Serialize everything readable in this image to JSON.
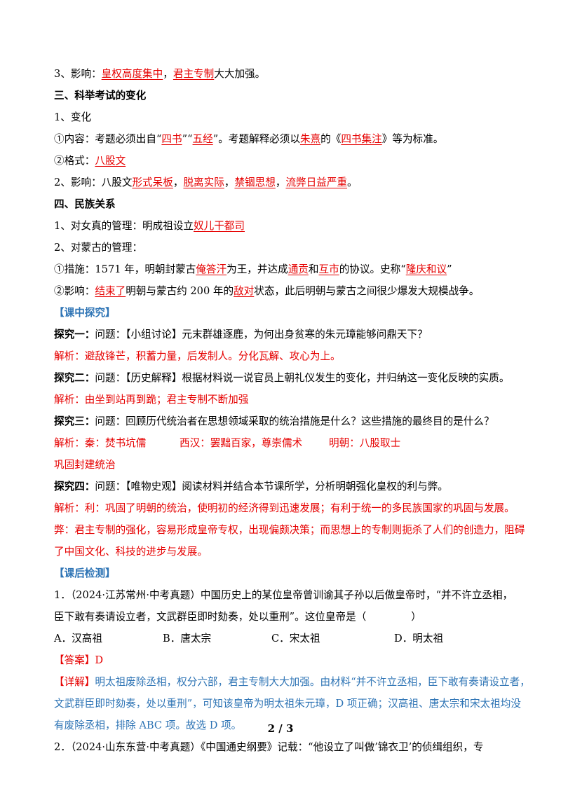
{
  "l01": {
    "a": "3、影响：",
    "b": "皇权高度集中",
    "c": "，",
    "d": "君主专制",
    "e": "大大加强。"
  },
  "l02": "三、科举考试的变化",
  "l03": "1、变化",
  "l04": {
    "a": "①内容：考题必须出自“",
    "b": "四书",
    "c": "”“",
    "d": "五经",
    "e": "”。考题解释必须以",
    "f": "朱熹",
    "g": "的《",
    "h": "四书集注",
    "i": "》等为标准。"
  },
  "l05": {
    "a": "②格式：",
    "b": "八股文"
  },
  "l06": {
    "a": "2、影响：八股文",
    "b": "形式呆板",
    "c": "，",
    "d": "脱离实际",
    "e": "，",
    "f": "禁锢思想",
    "g": "，",
    "h": "流弊日益严重",
    "i": "。"
  },
  "l07": "四、民族关系",
  "l08": {
    "a": "1、对女真的管理：明成祖设立",
    "b": "奴儿干都司"
  },
  "l09": "2、对蒙古的管理：",
  "l10": {
    "a": "①措施：1571 年，明朝封蒙古",
    "b": "俺答汗",
    "c": "为王，并达成",
    "d": "通贡",
    "e": "和",
    "f": "互市",
    "g": "的协议。史称“",
    "h": "隆庆和议",
    "i": "”"
  },
  "l11": {
    "a": "②影响：",
    "b": "结束了",
    "c": "明朝与蒙古约 200 年的",
    "d": "敌对",
    "e": "状态，此后明朝与蒙古之间很少爆发大规模战争。"
  },
  "l12": "【课中探究】",
  "l13": {
    "a": "探究一：",
    "b": "问题：【小组讨论】元末群雄逐鹿，为何出身贫寒的朱元璋能够问鼎天下？"
  },
  "l14": "解析：避敌锋芒，积蓄力量，后发制人。分化瓦解、攻心为上。",
  "l15": {
    "a": "探究二：",
    "b": "问题：【历史解释】根据材料说一说官员上朝礼仪发生的变化，并归纳这一变化反映的实质。"
  },
  "l16": "解析：由坐到站再到跪；君主专制不断加强",
  "l17": {
    "a": "探究三：",
    "b": "问题：回顾历代统治者在思想领域采取的统治措施是什么？这些措施的最终目的是什么？"
  },
  "l18": {
    "a": "解析：秦：焚书坑儒",
    "b": "西汉：罢黜百家，尊崇儒术",
    "c": "明朝：八股取士"
  },
  "l19": "巩固封建统治",
  "l20": {
    "a": "探究四：",
    "b": "问题：【唯物史观】阅读材料并结合本节课所学，分析明朝强化皇权的利与弊。"
  },
  "l21": "解析：利：巩固了明朝的统治，使明初的经济得到迅速发展；有利于统一的多民族国家的巩固与发展。",
  "l22": "弊：君主专制的强化，容易形成皇帝专权，出现偏颇决策；而思想上的专制则扼杀了人们的创造力，阻碍",
  "l23": "了中国文化、科技的进步与发展。",
  "l24": "【课后检测】",
  "l25": "1．（2024·江苏常州·中考真题）中国历史上的某位皇帝曾训谕其子孙以后做皇帝时，“并不许立丞相，",
  "l26": {
    "a": "臣下敢有奏请设立者，文武群臣即时劾奏，处以重刑”。这位皇帝是（",
    "b": "）"
  },
  "l27": {
    "a": "A．汉高祖",
    "b": "B．唐太宗",
    "c": "C．宋太祖",
    "d": "D．明太祖"
  },
  "l28": "【答案】D",
  "l29": {
    "a": "【详解】",
    "b": "明太祖废除丞相，权分六部，君主专制大大加强。由材料“并不许立丞相，臣下敢有奏请设立者，"
  },
  "l30": "文武群臣即时劾奏，处以重刑”，可知该皇帝为明太祖朱元璋，D 项正确；汉高祖、唐太宗和宋太祖均没",
  "l31": "有废除丞相，排除 ABC 项。故选 D 项。",
  "l32": "2．（2024·山东东营·中考真题）《中国通史纲要》记载：“他设立了叫做’锦衣卫’的侦缉组织，专",
  "footer": "2 / 3"
}
